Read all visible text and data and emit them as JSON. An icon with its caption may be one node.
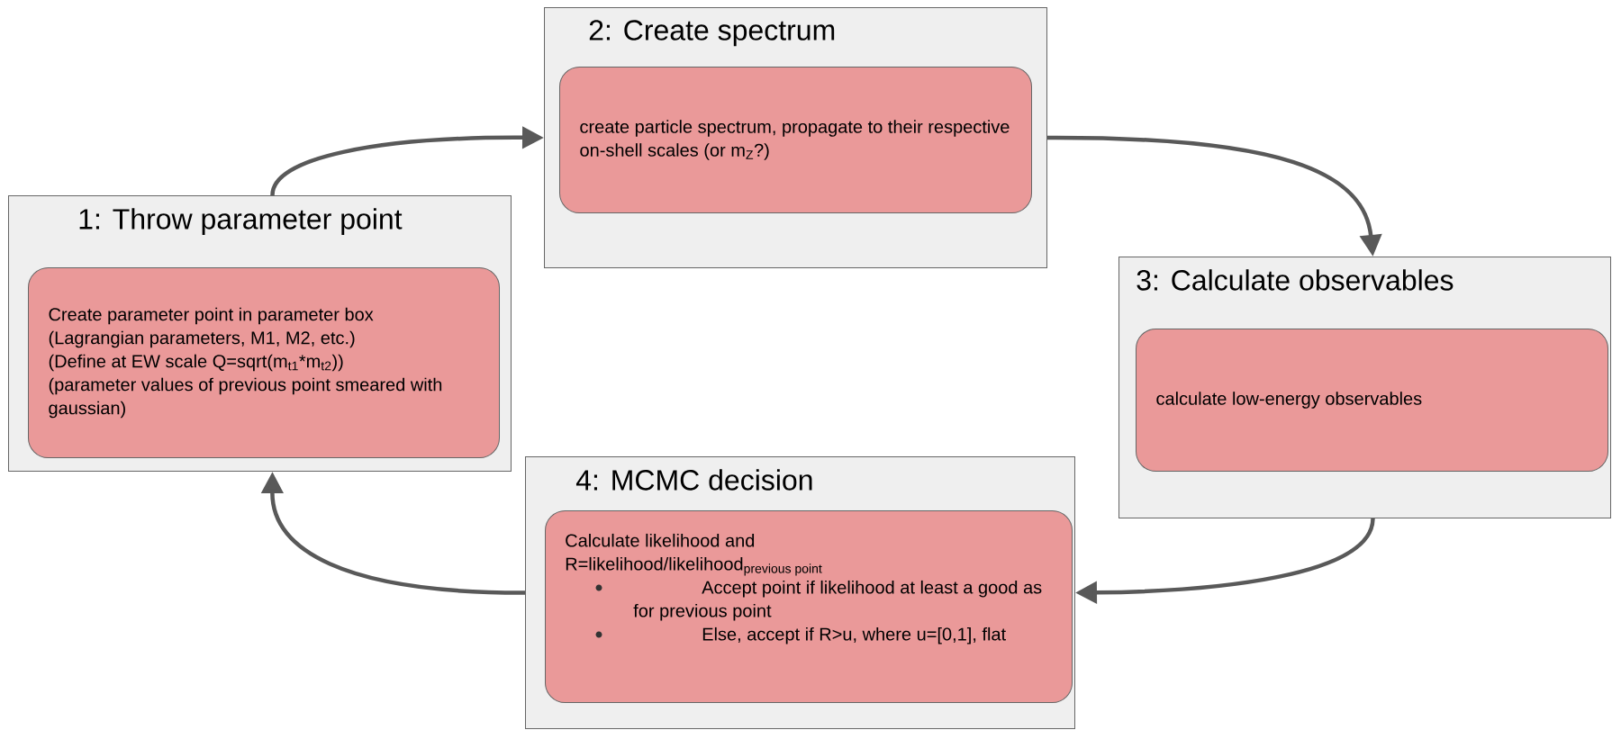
{
  "diagram": {
    "nodes": [
      {
        "text": [
          "1: Throw parameter point"
        ]
      },
      {
        "text": [
          "Create parameter point in parameter box",
          "(Lagrangian parameters, M1, M2, etc.)",
          "(Define at EW scale Q=sqrt(m$_{t1}$*m$_{t2}$))",
          "(parameter values of previous point smeared with gaussian)"
        ],
        "in": 0
      },
      {
        "text": [
          "2: Create spectrum"
        ]
      },
      {
        "text": [
          "create particle spectrum, propagate to their respective on-shell scales (or m$_{Z}$?)"
        ],
        "in": 2
      },
      {
        "text": [
          "3: Calculate observables"
        ]
      },
      {
        "text": [
          "calculate low-energy observables"
        ],
        "in": 4
      },
      {
        "text": [
          "4: MCMC decision"
        ]
      },
      {
        "text": [
          "Calculate likelihood and",
          "\\text{R=likelihood/likelihood}_{\\text{previous point}}",
          "Accept point if likelihood at least a good as for previous point",
          "Else, accept if R>u, where u=[0,1], flat"
        ],
        "in": 6
      }
    ],
    "edges": [
      {
        "from": 0,
        "to": 2,
        "arrow": "to"
      },
      {
        "from": 2,
        "to": 4,
        "arrow": "to"
      },
      {
        "from": 4,
        "to": 6,
        "arrow": "to"
      },
      {
        "from": 6,
        "to": 0,
        "arrow": "to"
      }
    ]
  }
}
